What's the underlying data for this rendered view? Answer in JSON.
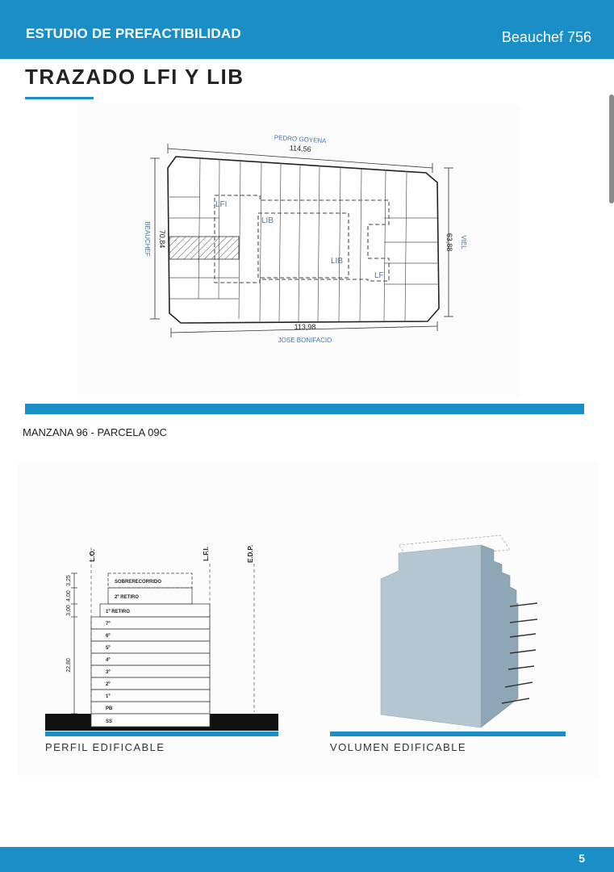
{
  "header": {
    "title": "ESTUDIO DE PREFACTIBILIDAD",
    "address": "Beauchef 756"
  },
  "page_title": "TRAZADO LFI Y LIB",
  "plan": {
    "street_top": "PEDRO GOYENA",
    "street_bottom": "JOSE BONIFACIO",
    "street_left": "BEAUCHEF",
    "street_right": "VIEL",
    "dim_top": "114,56",
    "dim_bottom": "113,98",
    "dim_left": "70,84",
    "dim_right": "63,88",
    "label_lfi": "LFI",
    "label_lib_1": "LIB",
    "label_lib_2": "LIB",
    "label_lf": "LF"
  },
  "parcel_label": "MANZANA 96 - PARCELA 09C",
  "profile": {
    "line_lo": "L.O.",
    "line_lfi": "L.F.I.",
    "line_edp": "E.D.P.",
    "dim_325": "3,25",
    "dim_400": "4,00",
    "dim_300": "3,00",
    "dim_2280": "22,80",
    "levels": [
      "SOBRERECORRIDO",
      "2º RETIRO",
      "1º RETIRO",
      "7º",
      "6º",
      "5º",
      "4º",
      "3º",
      "2º",
      "1º",
      "PB",
      "SS"
    ],
    "caption": "PERFIL EDIFICABLE"
  },
  "volume": {
    "caption": "VOLUMEN EDIFICABLE"
  },
  "page_number": "5",
  "colors": {
    "brand": "#1a8ec7",
    "volume_fill": "#b4c6d2"
  }
}
